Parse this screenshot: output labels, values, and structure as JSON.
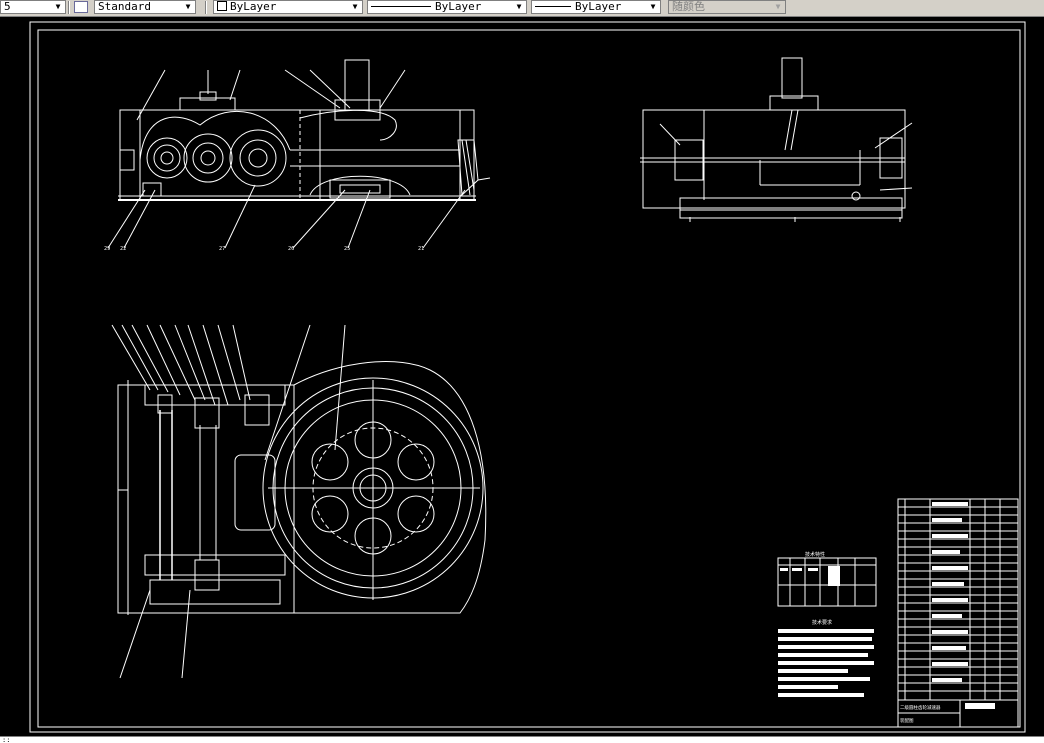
{
  "toolbar": {
    "partial_value": "5",
    "text_style": "Standard",
    "layer_color": "ByLayer",
    "linetype": "ByLayer",
    "lineweight": "ByLayer",
    "plot_style": "随颜色"
  },
  "drawing": {
    "top_view_callouts": [
      "29",
      "22",
      "27",
      "26",
      "25",
      "21"
    ],
    "title_block_rows": "20",
    "tech_params_title": "技术特性",
    "tech_requirements_title": "技术要求",
    "title_block_caption_1": "二级圆柱齿轮减速器",
    "title_block_caption_2": "装配图"
  },
  "statusbar": {
    "text": "::"
  }
}
